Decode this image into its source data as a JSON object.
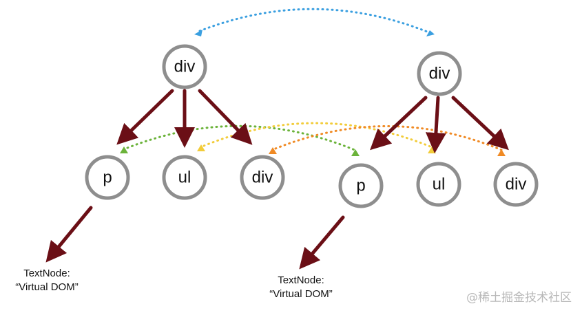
{
  "trees": {
    "left": {
      "root": "div",
      "children": [
        "p",
        "ul",
        "div"
      ],
      "text_node": {
        "line1": "TextNode:",
        "line2": "“Virtual DOM”"
      }
    },
    "right": {
      "root": "div",
      "children": [
        "p",
        "ul",
        "div"
      ],
      "text_node": {
        "line1": "TextNode:",
        "line2": "“Virtual DOM”"
      }
    }
  },
  "colors": {
    "edge": "#6b0f16",
    "node_stroke": "#8e8e8e",
    "root_comparison": "#3a9fe0",
    "p_comparison": "#6bb33a",
    "ul_comparison": "#f2cc3a",
    "div_comparison": "#f08a24"
  },
  "watermark": "@稀土掘金技术社区"
}
